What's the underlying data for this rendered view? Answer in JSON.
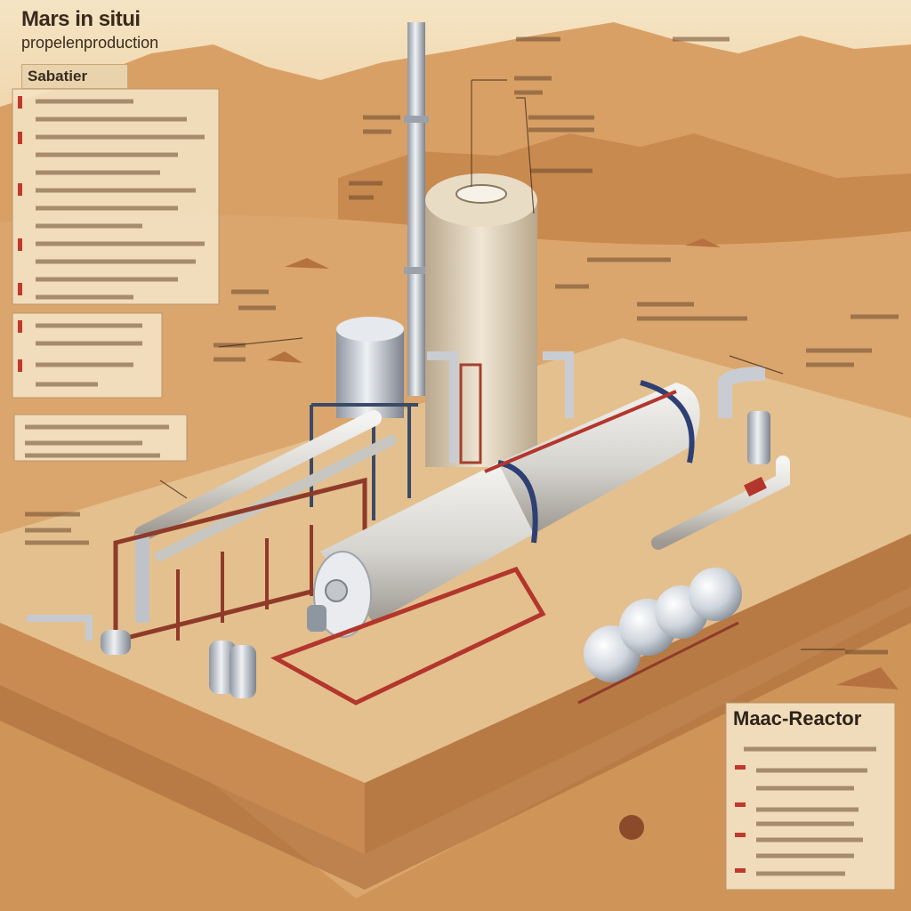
{
  "title": {
    "line1": "Mars in situi",
    "line2": "propelenproduction"
  },
  "left_panel": {
    "heading": "Sabatier"
  },
  "reactor_panel": {
    "heading": "Maac-Reactor"
  },
  "colors": {
    "sky": "#f1dcb7",
    "sand": "#d9a36a",
    "dune": "#c9884d",
    "platform": "#e2bd8a",
    "steel": "#c8ccd3",
    "accent_red": "#b3362c",
    "label_marker": "#c0392b"
  }
}
